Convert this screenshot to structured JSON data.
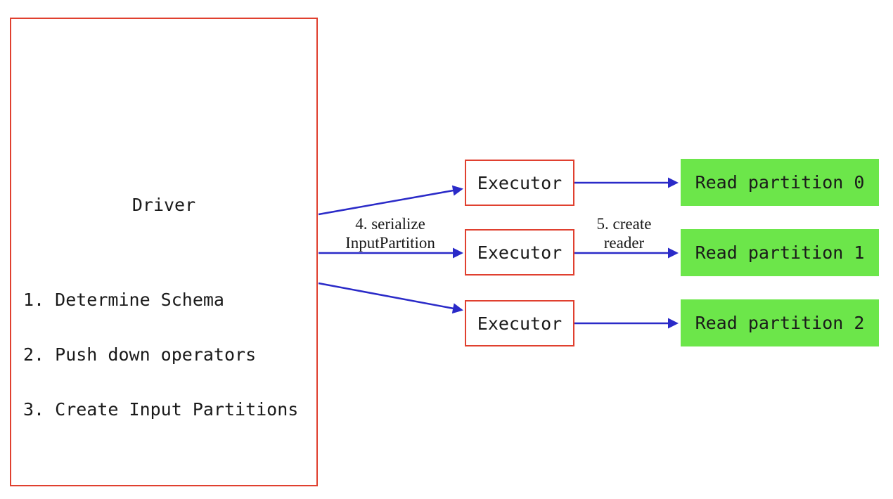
{
  "diagram": {
    "driver": {
      "title": "Driver",
      "steps": [
        "1. Determine Schema",
        "2. Push down operators",
        "3. Create Input Partitions"
      ]
    },
    "executors": [
      {
        "label": "Executor"
      },
      {
        "label": "Executor"
      },
      {
        "label": "Executor"
      }
    ],
    "partitions": [
      {
        "label": "Read partition 0"
      },
      {
        "label": "Read partition 1"
      },
      {
        "label": "Read partition 2"
      }
    ],
    "edge_labels": {
      "serialize": {
        "line1": "4. serialize",
        "line2": "InputPartition"
      },
      "create_reader": {
        "line1": "5. create",
        "line2": "reader"
      }
    },
    "colors": {
      "box_border_red": "#e0402f",
      "arrow_blue": "#2a2ac8",
      "partition_green": "#6ce64a",
      "text_black": "#1a1a1a"
    }
  }
}
